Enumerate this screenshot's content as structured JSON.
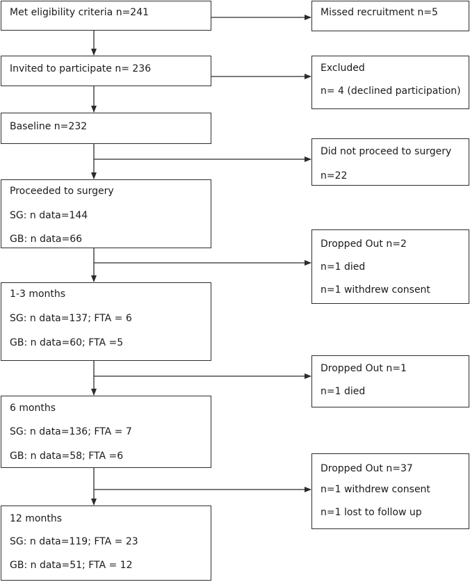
{
  "main": [
    {
      "id": "eligibility",
      "lines": [
        "Met eligibility criteria n=241"
      ]
    },
    {
      "id": "invited",
      "lines": [
        "Invited to participate n= 236"
      ]
    },
    {
      "id": "baseline",
      "lines": [
        "Baseline n=232"
      ]
    },
    {
      "id": "surgery",
      "lines": [
        "Proceeded to surgery",
        "SG: n data=144",
        "GB: n data=66"
      ]
    },
    {
      "id": "1-3-months",
      "lines": [
        "1-3 months",
        "SG: n data=137; FTA = 6",
        "GB: n data=60; FTA =5"
      ]
    },
    {
      "id": "6-months",
      "lines": [
        "6 months",
        "SG: n data=136; FTA = 7",
        "GB: n data=58; FTA =6"
      ]
    },
    {
      "id": "12-months",
      "lines": [
        "12 months",
        "SG: n data=119; FTA = 23",
        "GB: n data=51; FTA = 12"
      ]
    }
  ],
  "side": [
    {
      "id": "missed-recruitment",
      "lines": [
        "Missed recruitment n=5"
      ]
    },
    {
      "id": "excluded",
      "lines": [
        "Excluded",
        "n= 4 (declined participation)"
      ]
    },
    {
      "id": "no-surgery",
      "lines": [
        "Did not proceed to surgery",
        "n=22"
      ]
    },
    {
      "id": "dropped-out-1",
      "lines": [
        "Dropped Out n=2",
        "n=1 died",
        "n=1 withdrew consent"
      ]
    },
    {
      "id": "dropped-out-2",
      "lines": [
        "Dropped Out n=1",
        "n=1 died"
      ]
    },
    {
      "id": "dropped-out-3",
      "lines": [
        "Dropped Out n=37",
        "n=1 withdrew consent",
        "n=1 lost to follow up"
      ]
    }
  ]
}
